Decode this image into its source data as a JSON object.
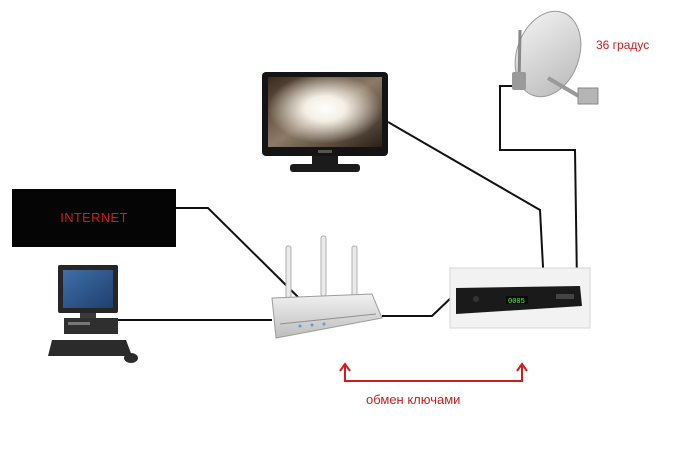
{
  "diagram": {
    "internet_label": "INTERNET",
    "dish_angle_label": "36 градус",
    "key_exchange_label": "обмен ключами",
    "receiver_display": "0005"
  },
  "colors": {
    "annotation": "#d21a1a",
    "cable": "#111111",
    "internet_box": "#050505"
  }
}
